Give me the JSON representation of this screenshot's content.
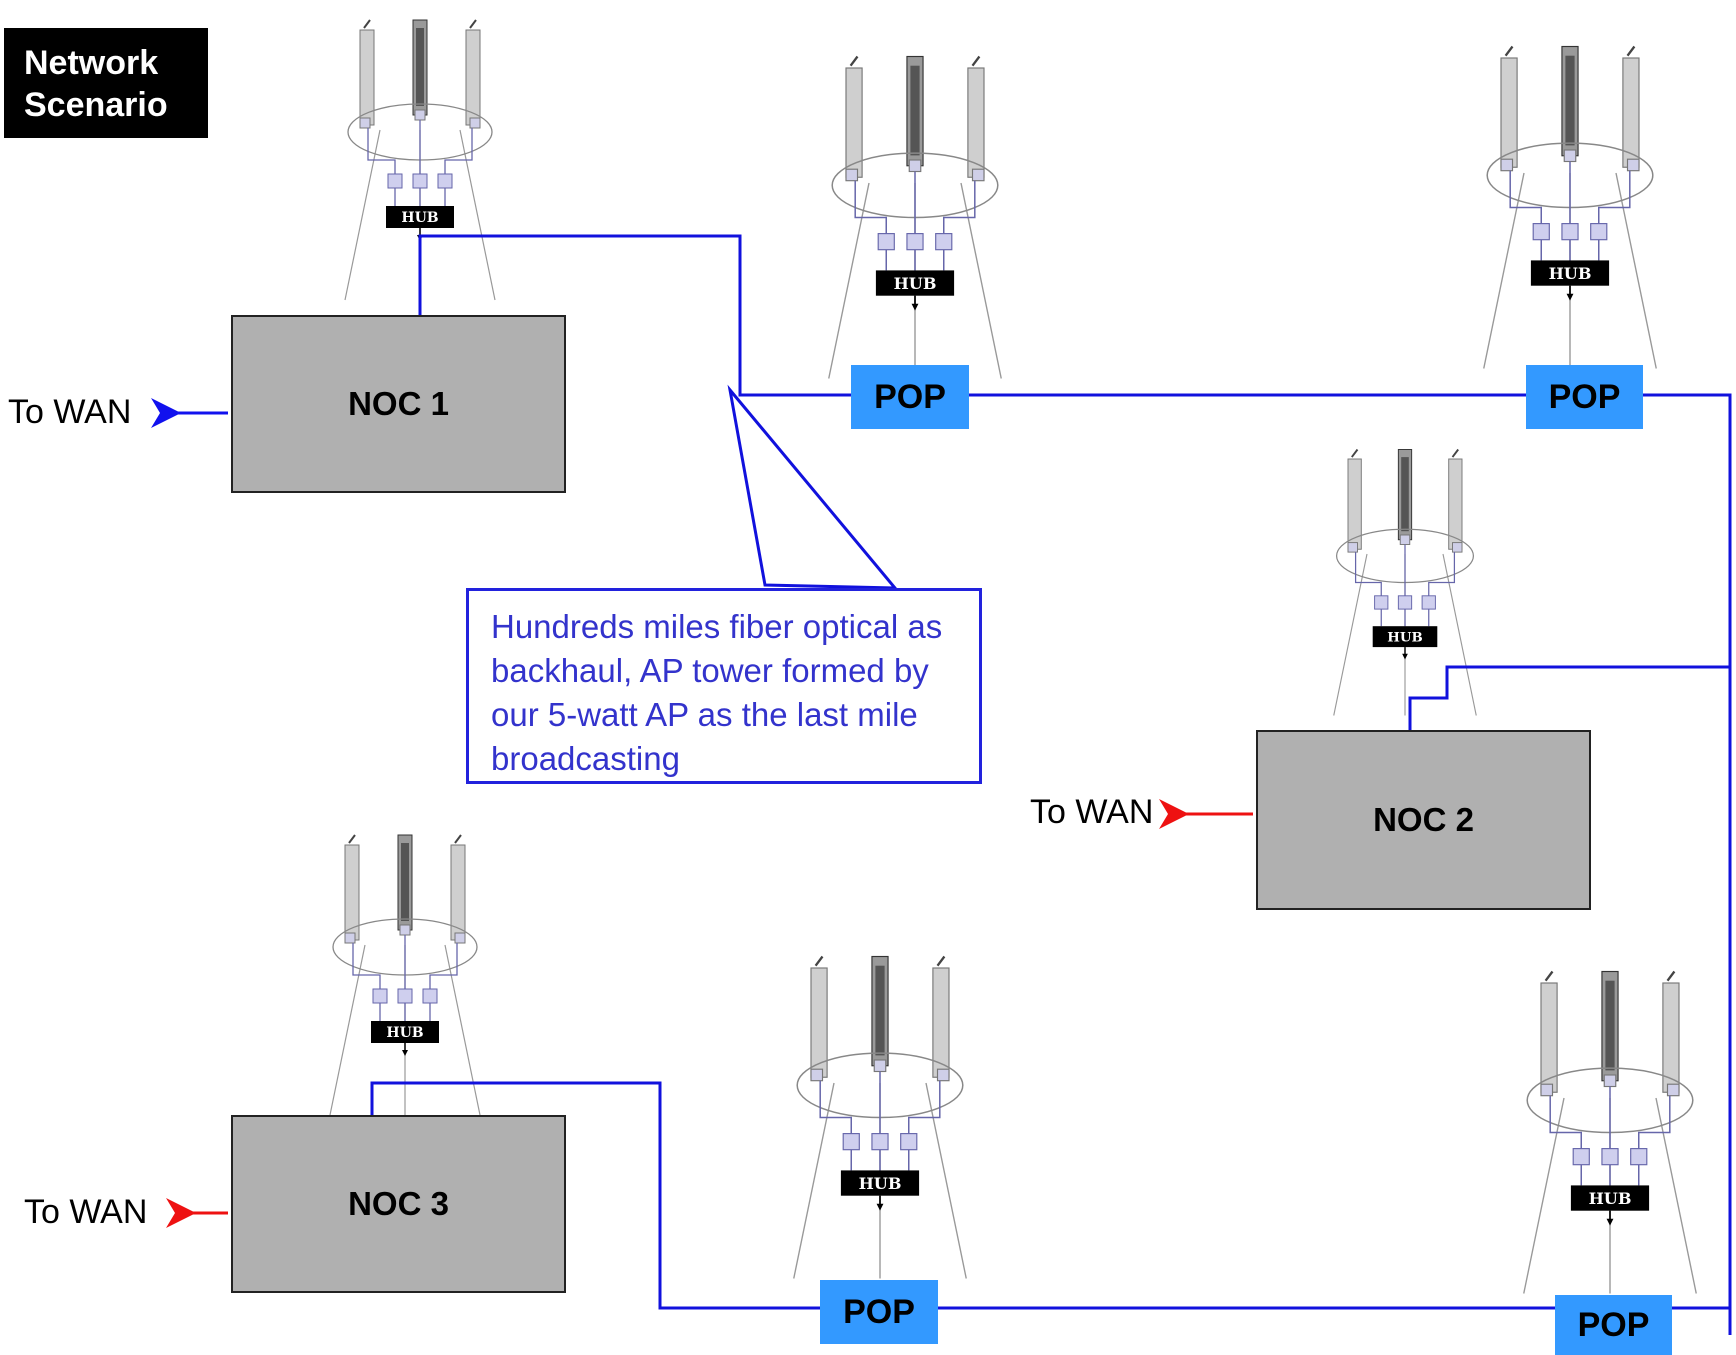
{
  "title": [
    "Network",
    "Scenario"
  ],
  "nocs": [
    {
      "id": "noc1",
      "label": "NOC 1",
      "wan_label": "To WAN",
      "wan_color": "#1111ee"
    },
    {
      "id": "noc2",
      "label": "NOC 2",
      "wan_label": "To WAN",
      "wan_color": "#ee1111"
    },
    {
      "id": "noc3",
      "label": "NOC 3",
      "wan_label": "To WAN",
      "wan_color": "#ee1111"
    }
  ],
  "pops": [
    {
      "label": "POP"
    },
    {
      "label": "POP"
    },
    {
      "label": "POP"
    },
    {
      "label": "POP"
    }
  ],
  "hub_label": "HUB",
  "callout": "Hundreds miles fiber optical as backhaul, AP tower formed by our 5-watt AP as the last mile broadcasting",
  "colors": {
    "fiber_line": "#1111dd",
    "pop_fill": "#3399ff",
    "noc_fill": "#b0b0b0",
    "callout_text": "#3333cc",
    "wan_arrow_blue": "#1111ee",
    "wan_arrow_red": "#ee1111"
  },
  "icons": {
    "tower": "antenna-tower-icon",
    "hub": "hub-box-icon"
  }
}
